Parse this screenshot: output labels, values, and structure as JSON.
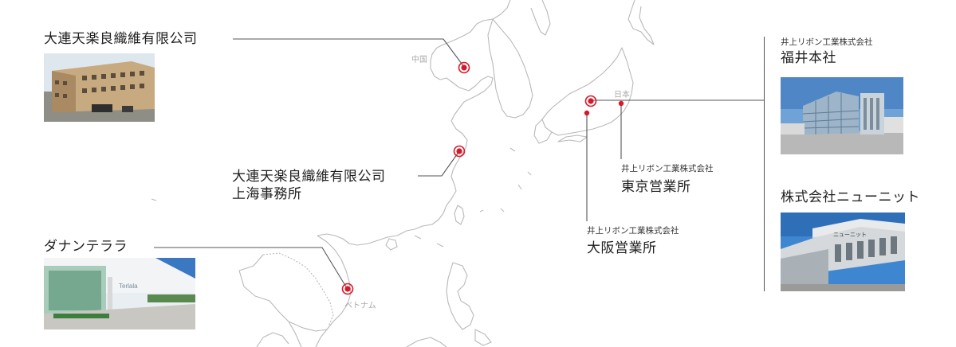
{
  "countries": {
    "china": "中国",
    "japan": "日本",
    "vietnam": "ベトナム"
  },
  "locations": {
    "dalian": {
      "name": "大連天楽良織維有限公司"
    },
    "shanghai": {
      "name_line1": "大連天楽良織維有限公司",
      "name_line2": "上海事務所"
    },
    "danang": {
      "name": "ダナンテララ",
      "sign_text": "Terlala"
    },
    "fukui": {
      "company": "井上リボン工業株式会社",
      "office": "福井本社"
    },
    "tokyo": {
      "company": "井上リボン工業株式会社",
      "office": "東京営業所"
    },
    "osaka": {
      "company": "井上リボン工業株式会社",
      "office": "大阪営業所"
    },
    "newnit": {
      "name": "株式会社ニューニット",
      "sign_text": "ニューニット"
    }
  },
  "colors": {
    "marker": "#d6192a",
    "map_line": "#b9b9b9",
    "leader_line": "#555555"
  }
}
